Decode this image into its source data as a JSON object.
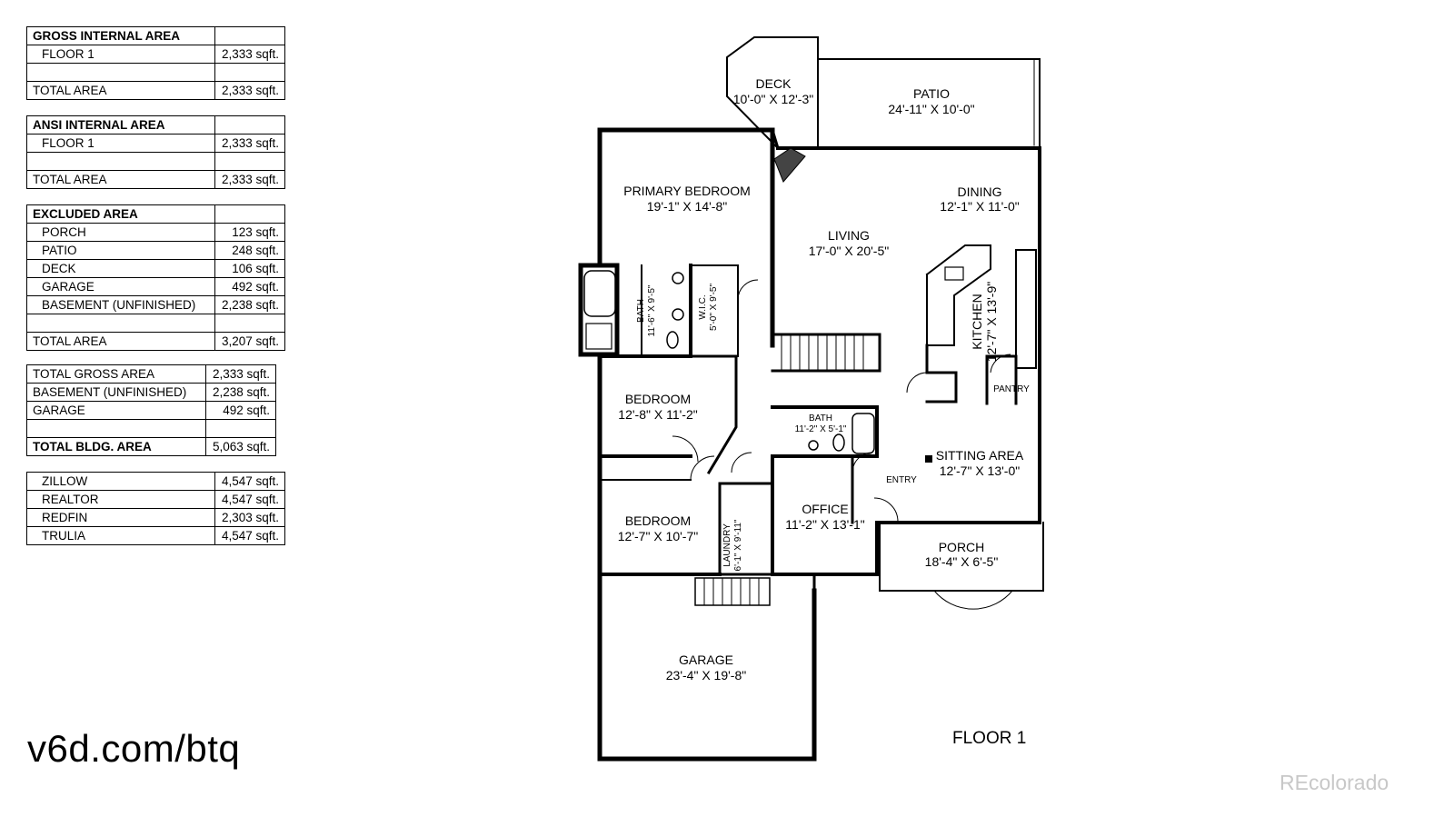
{
  "tables": {
    "gross": {
      "title": "GROSS INTERNAL AREA",
      "rows": [
        {
          "label": "FLOOR 1",
          "value": "2,333 sqft."
        },
        {
          "label": "",
          "value": ""
        },
        {
          "label": "TOTAL AREA",
          "value": "2,333 sqft."
        }
      ]
    },
    "ansi": {
      "title": "ANSI INTERNAL AREA",
      "rows": [
        {
          "label": "FLOOR 1",
          "value": "2,333 sqft."
        },
        {
          "label": "",
          "value": ""
        },
        {
          "label": "TOTAL AREA",
          "value": "2,333 sqft."
        }
      ]
    },
    "excluded": {
      "title": "EXCLUDED AREA",
      "rows": [
        {
          "label": "PORCH",
          "value": "123 sqft."
        },
        {
          "label": "PATIO",
          "value": "248 sqft."
        },
        {
          "label": "DECK",
          "value": "106 sqft."
        },
        {
          "label": "GARAGE",
          "value": "492 sqft."
        },
        {
          "label": "BASEMENT (UNFINISHED)",
          "value": "2,238 sqft."
        },
        {
          "label": "",
          "value": ""
        },
        {
          "label": "TOTAL AREA",
          "value": "3,207 sqft."
        }
      ]
    },
    "summary": {
      "rows": [
        {
          "label": "TOTAL GROSS AREA",
          "value": "2,333 sqft."
        },
        {
          "label": "BASEMENT (UNFINISHED)",
          "value": "2,238 sqft."
        },
        {
          "label": "GARAGE",
          "value": "492 sqft."
        },
        {
          "label": "",
          "value": ""
        },
        {
          "label": "TOTAL BLDG. AREA",
          "value": "5,063 sqft."
        }
      ]
    },
    "sites": {
      "rows": [
        {
          "label": "ZILLOW",
          "value": "4,547 sqft."
        },
        {
          "label": "REALTOR",
          "value": "4,547 sqft."
        },
        {
          "label": "REDFIN",
          "value": "2,303 sqft."
        },
        {
          "label": "TRULIA",
          "value": "4,547 sqft."
        }
      ]
    }
  },
  "url_text": "v6d.com/btq",
  "floor_label": "FLOOR 1",
  "watermark": "REcolorado",
  "rooms": {
    "deck": {
      "name": "DECK",
      "dims": "10'-0\" X 12'-3\""
    },
    "patio": {
      "name": "PATIO",
      "dims": "24'-11\" X 10'-0\""
    },
    "primary_bedroom": {
      "name": "PRIMARY BEDROOM",
      "dims": "19'-1\" X 14'-8\""
    },
    "dining": {
      "name": "DINING",
      "dims": "12'-1\" X 11'-0\""
    },
    "living": {
      "name": "LIVING",
      "dims": "17'-0\" X 20'-5\""
    },
    "bath1": {
      "name": "BATH",
      "dims": "11'-6\" X 9'-5\""
    },
    "wic": {
      "name": "W.I.C.",
      "dims": "5'-0\" X 9'-5\""
    },
    "kitchen": {
      "name": "KITCHEN",
      "dims": "12'-7\" X 13'-9\""
    },
    "pantry": {
      "name": "PANTRY"
    },
    "bedroom1": {
      "name": "BEDROOM",
      "dims": "12'-8\" X 11'-2\""
    },
    "bath2": {
      "name": "BATH",
      "dims": "11'-2\" X 5'-1\""
    },
    "sitting": {
      "name": "SITTING AREA",
      "dims": "12'-7\" X 13'-0\""
    },
    "entry": {
      "name": "ENTRY"
    },
    "office": {
      "name": "OFFICE",
      "dims": "11'-2\" X 13'-1\""
    },
    "bedroom2": {
      "name": "BEDROOM",
      "dims": "12'-7\" X 10'-7\""
    },
    "laundry": {
      "name": "LAUNDRY",
      "dims": "6'-1\" X 9'-11\""
    },
    "porch": {
      "name": "PORCH",
      "dims": "18'-4\" X 6'-5\""
    },
    "garage": {
      "name": "GARAGE",
      "dims": "23'-4\" X 19'-8\""
    }
  }
}
